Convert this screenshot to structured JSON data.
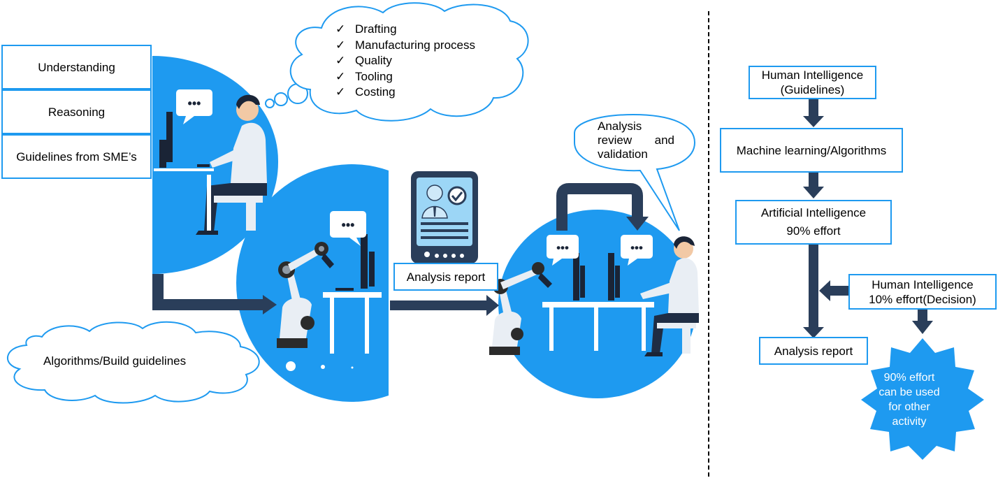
{
  "left_panel": {
    "stack": [
      "Understanding",
      "Reasoning",
      "Guidelines from SME’s"
    ],
    "thought_cloud": [
      "Drafting",
      "Manufacturing process",
      "Quality",
      "Tooling",
      "Costing"
    ],
    "check_icon": "✓",
    "algorithm_cloud": "Algorithms/Build guidelines",
    "report_label": "Analysis report",
    "speech_bubble": [
      "Analysis",
      "review",
      "and",
      "validation"
    ],
    "chat_icon": "•••"
  },
  "flow": {
    "human_guidelines": [
      "Human Intelligence",
      "(Guidelines)"
    ],
    "ml": "Machine learning/Algorithms",
    "ai": [
      "Artificial Intelligence",
      "90% effort"
    ],
    "human_decision": [
      "Human Intelligence",
      "10% effort(Decision)"
    ],
    "report": "Analysis report",
    "burst": [
      "90% effort",
      "can be used",
      "for other",
      "activity"
    ]
  },
  "colors": {
    "blue": "#1e9af0",
    "navy": "#2a3e5a",
    "border": "#1e9af0"
  }
}
